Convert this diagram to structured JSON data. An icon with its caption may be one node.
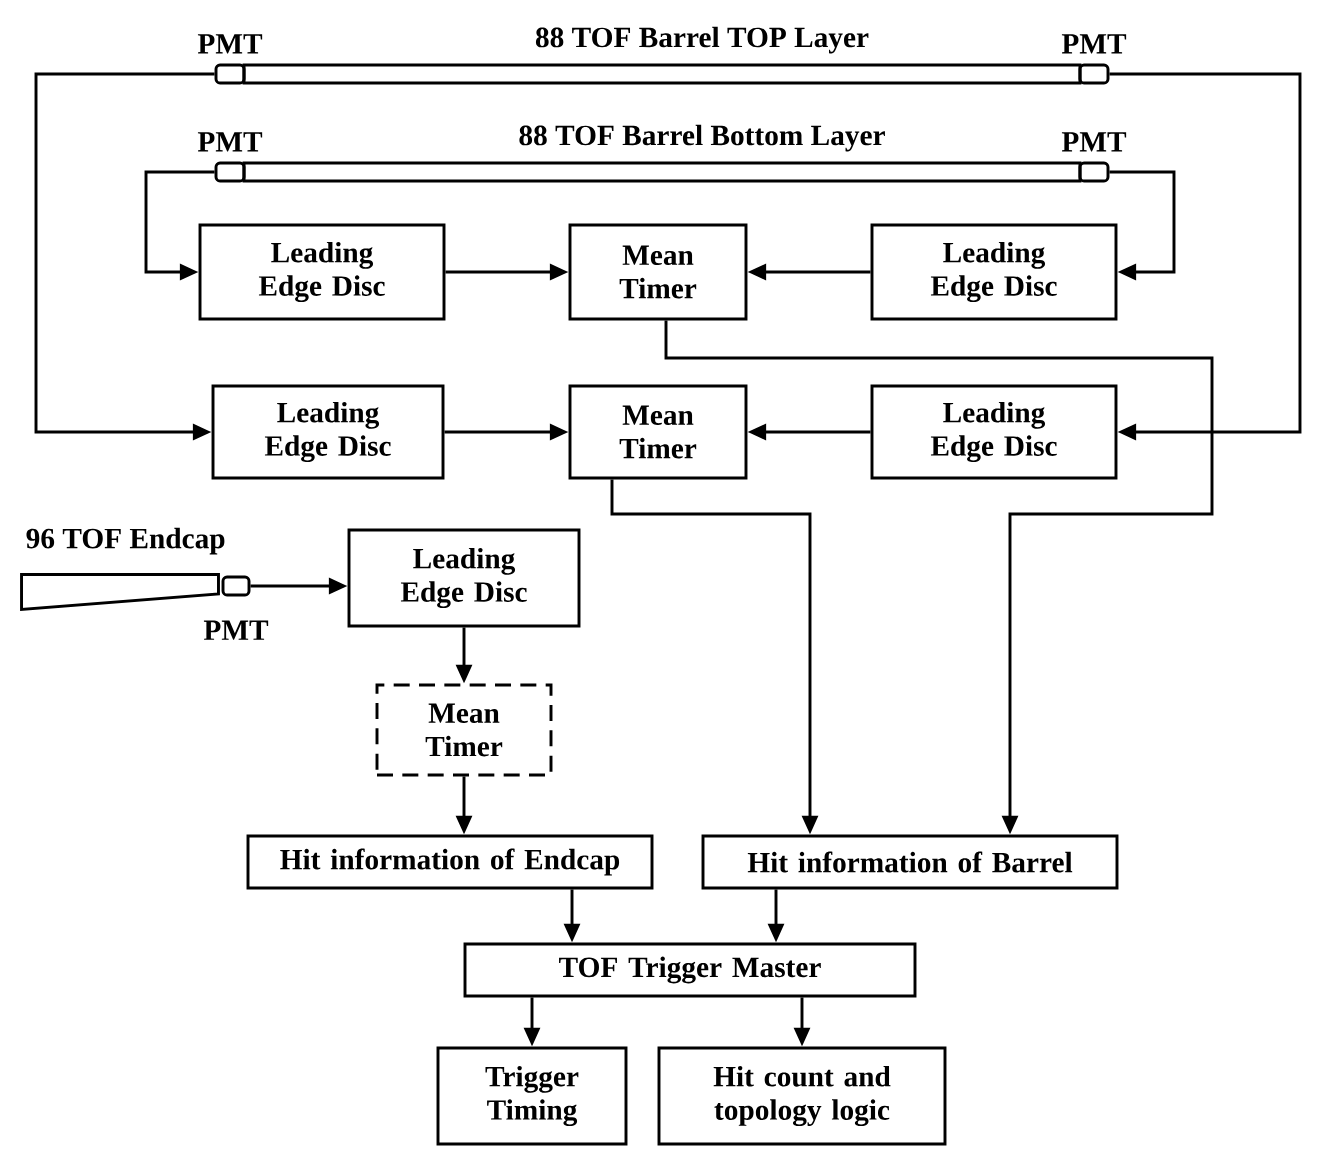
{
  "diagram": {
    "nodes": [
      {
        "text": [
          "PMT"
        ]
      },
      {
        "text": [
          "88 TOF Barrel TOP Layer"
        ]
      },
      {
        "text": [
          "PMT"
        ]
      },
      {
        "text": [
          "PMT"
        ]
      },
      {
        "text": [
          "88 TOF Barrel Bottom Layer"
        ]
      },
      {
        "text": [
          "PMT"
        ]
      },
      {
        "text": [
          "Leading Edge Disc"
        ]
      },
      {
        "text": [
          "Mean Timer"
        ]
      },
      {
        "text": [
          "Leading Edge Disc"
        ]
      },
      {
        "text": [
          "Leading Edge Disc"
        ]
      },
      {
        "text": [
          "Mean Timer"
        ]
      },
      {
        "text": [
          "Leading Edge Disc"
        ]
      },
      {
        "text": [
          "96 TOF Endcap"
        ]
      },
      {
        "text": [
          "PMT"
        ]
      },
      {
        "text": [
          "Leading Edge Disc"
        ]
      },
      {
        "text": [
          "Mean Timer"
        ]
      },
      {
        "text": [
          "Hit information of Endcap"
        ]
      },
      {
        "text": [
          "Hit information of Barrel"
        ]
      },
      {
        "text": [
          "TOF Trigger Master"
        ]
      },
      {
        "text": [
          "Trigger Timing"
        ]
      },
      {
        "text": [
          "Hit count and topology logic"
        ]
      }
    ],
    "edges": [
      {
        "from": 0,
        "to": 9,
        "arrow": "to"
      },
      {
        "from": 2,
        "to": 11,
        "arrow": "to"
      },
      {
        "from": 3,
        "to": 6,
        "arrow": "to"
      },
      {
        "from": 5,
        "to": 8,
        "arrow": "to"
      },
      {
        "from": 6,
        "to": 7,
        "arrow": "to"
      },
      {
        "from": 8,
        "to": 7,
        "arrow": "to"
      },
      {
        "from": 9,
        "to": 10,
        "arrow": "to"
      },
      {
        "from": 11,
        "to": 10,
        "arrow": "to"
      },
      {
        "from": 7,
        "to": 17,
        "arrow": "to"
      },
      {
        "from": 10,
        "to": 17,
        "arrow": "to"
      },
      {
        "from": 13,
        "to": 14,
        "arrow": "to"
      },
      {
        "from": 14,
        "to": 15,
        "arrow": "to"
      },
      {
        "from": 15,
        "to": 16,
        "arrow": "to"
      },
      {
        "from": 16,
        "to": 18,
        "arrow": "to"
      },
      {
        "from": 17,
        "to": 18,
        "arrow": "to"
      },
      {
        "from": 18,
        "to": 19,
        "arrow": "to"
      },
      {
        "from": 18,
        "to": 20,
        "arrow": "to"
      }
    ]
  }
}
